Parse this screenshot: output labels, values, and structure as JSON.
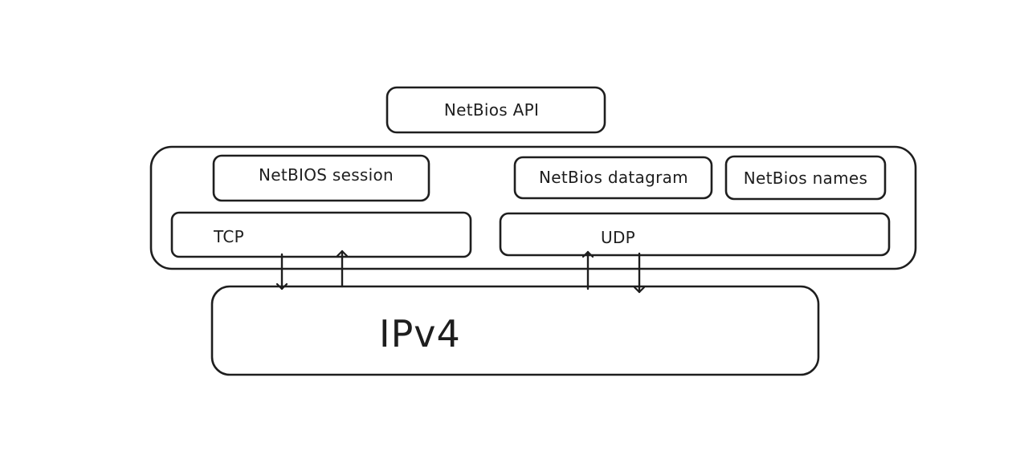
{
  "diagram": {
    "nodes": {
      "netbios_api": {
        "label": "NetBios API"
      },
      "netbios_session": {
        "label": "NetBIOS session"
      },
      "netbios_datagram": {
        "label": "NetBios datagram"
      },
      "netbios_names": {
        "label": "NetBios names"
      },
      "tcp": {
        "label": "TCP"
      },
      "udp": {
        "label": "UDP"
      },
      "ipv4": {
        "label": "IPv4"
      }
    },
    "edges": [
      {
        "from": "tcp",
        "to": "ipv4",
        "direction": "down"
      },
      {
        "from": "ipv4",
        "to": "tcp",
        "direction": "up"
      },
      {
        "from": "ipv4",
        "to": "udp",
        "direction": "up"
      },
      {
        "from": "udp",
        "to": "ipv4",
        "direction": "down"
      }
    ],
    "colors": {
      "stroke": "#1e1e1e",
      "background": "#ffffff"
    }
  }
}
